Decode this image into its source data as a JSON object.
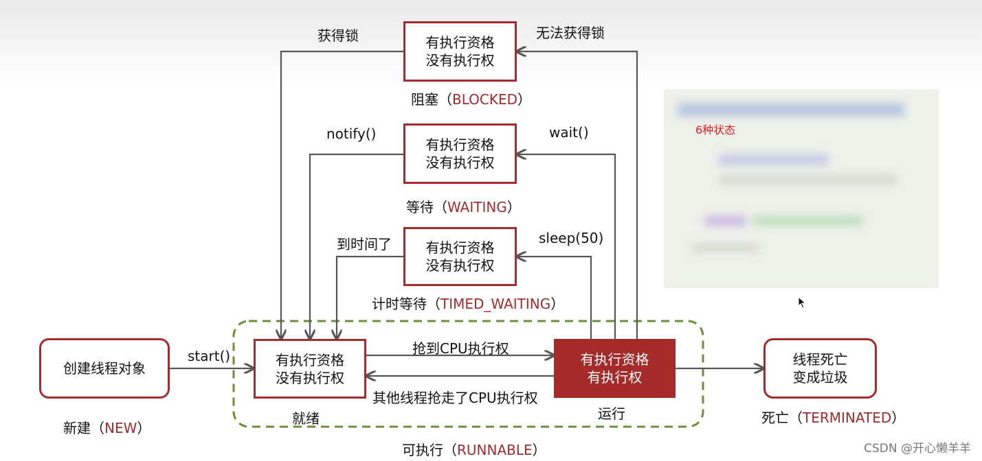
{
  "states": {
    "blocked": {
      "line1": "有执行资格",
      "line2": "没有执行权",
      "label_cn": "阻塞（",
      "label_en": "BLOCKED",
      "label_end": "）"
    },
    "waiting": {
      "line1": "有执行资格",
      "line2": "没有执行权",
      "label_cn": "等待（",
      "label_en": "WAITING",
      "label_end": "）"
    },
    "timed": {
      "line1": "有执行资格",
      "line2": "没有执行权",
      "label_cn": "计时等待（",
      "label_en": "TIMED_WAITING",
      "label_end": "）"
    },
    "new": {
      "line1": "创建线程对象",
      "label_cn": "新建（",
      "label_en": "NEW",
      "label_end": "）"
    },
    "ready": {
      "line1": "有执行资格",
      "line2": "没有执行权",
      "label": "就绪"
    },
    "running": {
      "line1": "有执行资格",
      "line2": "有执行权",
      "label": "运行"
    },
    "dead": {
      "line1": "线程死亡",
      "line2": "变成垃圾",
      "label_cn": "死亡（",
      "label_en": "TERMINATED",
      "label_end": "）"
    },
    "runnable": {
      "label_cn": "可执行（",
      "label_en": "RUNNABLE",
      "label_end": "）"
    }
  },
  "transitions": {
    "get_lock": "获得锁",
    "cannot_get_lock": "无法获得锁",
    "notify": "notify()",
    "wait": "wait()",
    "time_up": "到时间了",
    "sleep": "sleep(50)",
    "start": "start()",
    "grab_cpu": "抢到CPU执行权",
    "cpu_taken": "其他线程抢走了CPU执行权"
  },
  "side_panel": {
    "title": "6种状态"
  },
  "watermark": "CSDN @开心懒羊羊",
  "colors": {
    "accent": "#a52a2a",
    "runnable_border": "#6b8e3a",
    "arrow": "#555555"
  }
}
